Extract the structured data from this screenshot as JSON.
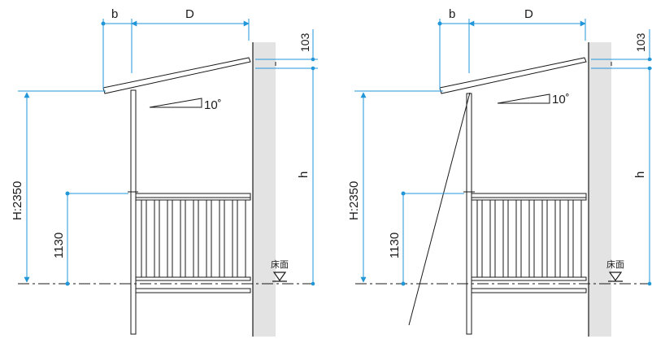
{
  "labels": {
    "b": "b",
    "D": "D",
    "top_gap": "103",
    "angle": "10˚",
    "height_total": "H:2350",
    "height_h": "h",
    "rail_height": "1130",
    "floor": "床面"
  },
  "colors": {
    "dimension": "#2196d9",
    "line": "#1a1a1a",
    "wall": "#e3e3e3"
  }
}
